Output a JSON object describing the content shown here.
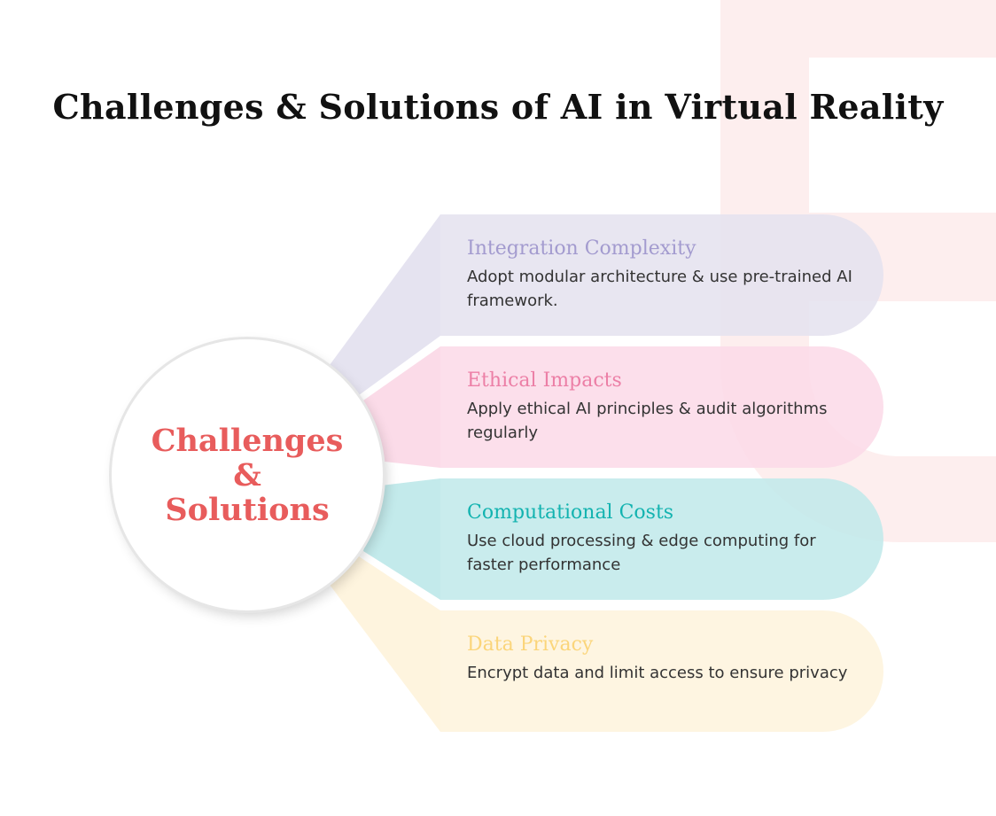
{
  "title": "Challenges & Solutions of AI in Virtual Reality",
  "center": {
    "line1": "Challenges",
    "line2": "&",
    "line3": "Solutions",
    "color": "#e85c5c"
  },
  "items": [
    {
      "heading": "Integration Complexity",
      "text": "Adopt modular architecture & use pre-trained AI framework.",
      "heading_color": "#a39bcf",
      "fill": "#e4e2ef"
    },
    {
      "heading": "Ethical Impacts",
      "text": "Apply ethical AI principles & audit algorithms regularly",
      "heading_color": "#ec7fa6",
      "fill": "#fbd9e7"
    },
    {
      "heading": "Computational Costs",
      "text": "Use cloud processing & edge computing for faster performance",
      "heading_color": "#13b3b0",
      "fill": "#c0e9ea"
    },
    {
      "heading": "Data Privacy",
      "text": "Encrypt data and limit access to ensure privacy",
      "heading_color": "#fbd57a",
      "fill": "#fef3dc"
    }
  ]
}
